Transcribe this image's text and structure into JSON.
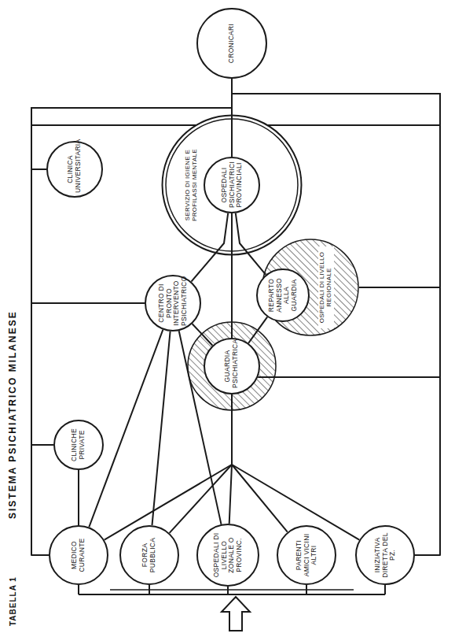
{
  "diagram": {
    "title": "SISTEMA PSICHIATRICO MILANESE",
    "nodes": [
      {
        "text": [
          "MEDICO CURANTE"
        ]
      },
      {
        "text": [
          "FORZA PUBBLICA"
        ]
      },
      {
        "text": [
          "OSPEDALI DI LIVELLO ZONALE O PROVINC."
        ]
      },
      {
        "text": [
          "PARENTI AMICI VICINI ALTRI"
        ]
      },
      {
        "text": [
          "INIZIATIVA DIRETTA DEL PZ."
        ]
      },
      {
        "text": [
          "CLINICHE PRIVATE"
        ]
      },
      {
        "text": [
          "GUARDIA PSICHIATRICA"
        ]
      },
      {
        "text": [
          "CENTRO DI PRONTO INTERVENTO PSICHIATRICO"
        ]
      },
      {
        "text": [
          "OSPEDALI DI LIVELLO REGIONALE"
        ]
      },
      {
        "text": [
          "REPARTO ANNESSO ALLA GUARDIA"
        ],
        "in": 8
      },
      {
        "text": [
          "SERVIZIO DI IGIENE E PROFILASSI MENTALE"
        ]
      },
      {
        "text": [
          "OSPEDALI PSICHIATRICI PROVINCIALI"
        ],
        "in": 10
      },
      {
        "text": [
          "CLINICA UNIVERSITARIA"
        ]
      },
      {
        "text": [
          "CRONICARI"
        ]
      }
    ],
    "edges": [
      {
        "from": 0,
        "to": 6,
        "arrow": "none"
      },
      {
        "from": 1,
        "to": 6,
        "arrow": "none"
      },
      {
        "from": 2,
        "to": 6,
        "arrow": "none"
      },
      {
        "from": 3,
        "to": 6,
        "arrow": "none"
      },
      {
        "from": 4,
        "to": 6,
        "arrow": "none"
      },
      {
        "from": 0,
        "to": 5,
        "arrow": "none"
      },
      {
        "from": 0,
        "to": 7,
        "arrow": "none"
      },
      {
        "from": 1,
        "to": 7,
        "arrow": "none"
      },
      {
        "from": 2,
        "to": 7,
        "arrow": "none"
      },
      {
        "from": 6,
        "to": 7,
        "arrow": "none"
      },
      {
        "from": 6,
        "to": 9,
        "arrow": "none"
      },
      {
        "from": 6,
        "to": 11,
        "arrow": "none"
      },
      {
        "from": 7,
        "to": 11,
        "arrow": "none"
      },
      {
        "from": 9,
        "to": 11,
        "arrow": "none"
      },
      {
        "from": 11,
        "to": 13,
        "arrow": "none"
      },
      {
        "from": 0,
        "to": 13,
        "arrow": "none"
      },
      {
        "from": 5,
        "to": 13,
        "arrow": "none"
      },
      {
        "from": 7,
        "to": 13,
        "arrow": "none"
      },
      {
        "from": 12,
        "to": 13,
        "arrow": "none"
      },
      {
        "from": 10,
        "to": 13,
        "arrow": "none"
      },
      {
        "from": 4,
        "to": 13,
        "arrow": "none"
      },
      {
        "from": 6,
        "to": 13,
        "arrow": "none"
      },
      {
        "from": 8,
        "to": 13,
        "arrow": "none"
      },
      {
        "from": 10,
        "to": 13,
        "arrow": "none"
      }
    ],
    "labels": [
      "TABELLA 1"
    ]
  }
}
